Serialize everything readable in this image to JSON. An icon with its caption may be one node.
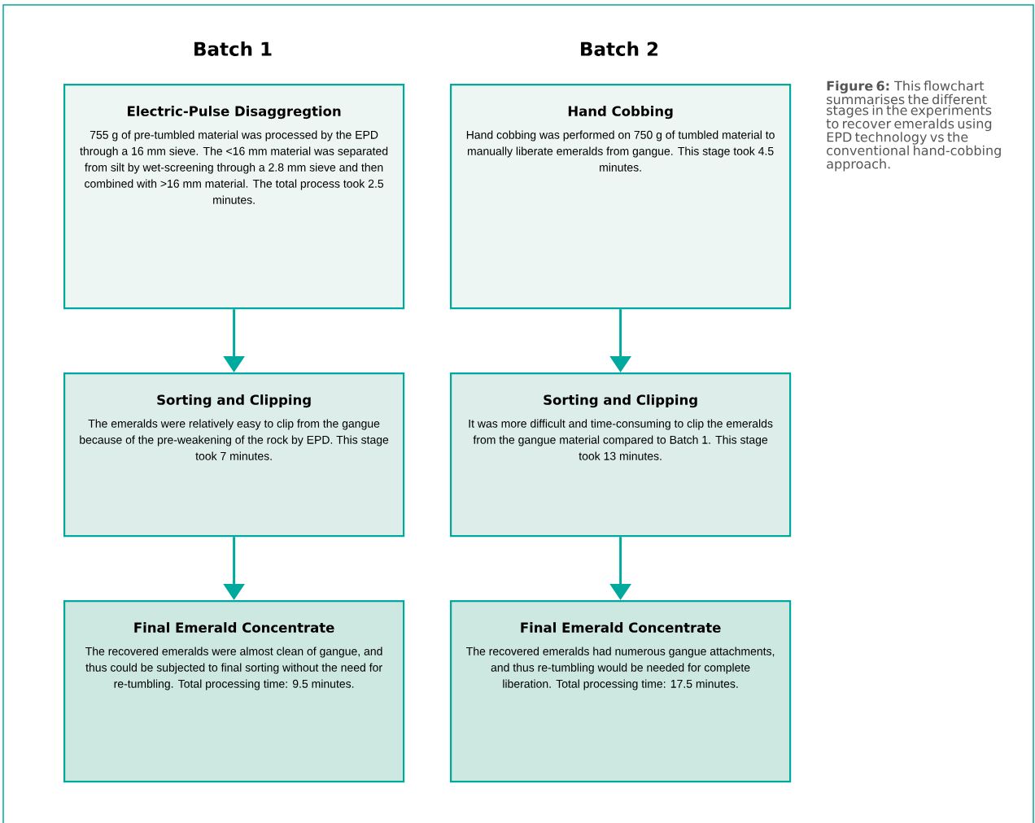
{
  "diagram": {
    "caption": "**Figure 6:** This flowchart summarises the different stages in the experiments to recover emeralds using EPD technology vs the conventional hand-cobbing approach.",
    "nodes": [
      {
        "text": [
          "Electric-Pulse Disaggregtion",
          "755 g of pre-tumbled material was processed by the EPD through a 16 mm sieve. The <16 mm material was separated from silt by wet-screening through a 2.8 mm sieve and then combined with >16 mm material. The total process took 2.5 minutes."
        ]
      },
      {
        "text": [
          "Hand Cobbing",
          "Hand cobbing was performed on 750 g of tumbled material to manually liberate emeralds from gangue. This stage took 4.5 minutes."
        ]
      },
      {
        "text": [
          "Sorting and Clipping",
          "The emeralds were relatively easy to clip from the gangue because of the pre-weakening of the rock by EPD. This stage took 7 minutes."
        ]
      },
      {
        "text": [
          "Sorting and Clipping",
          "It was more difficult and time-consuming to clip the emeralds from the gangue material compared to Batch 1. This stage took 13 minutes."
        ]
      },
      {
        "text": [
          "Final Emerald Concentrate",
          "The recovered emeralds were almost clean of gangue, and thus could be subjected to final sorting without the need for re-tumbling. Total processing time: 9.5 minutes."
        ]
      },
      {
        "text": [
          "Final Emerald Concentrate",
          "The recovered emeralds had numerous gangue attachments, and thus re-tumbling would be needed for complete liberation. Total processing time: 17.5 minutes."
        ]
      }
    ],
    "edges": [
      {
        "from": 0,
        "to": 2,
        "arrow": "to"
      },
      {
        "from": 1,
        "to": 3,
        "arrow": "to"
      },
      {
        "from": 2,
        "to": 4,
        "arrow": "to"
      },
      {
        "from": 3,
        "to": 5,
        "arrow": "to"
      }
    ],
    "labels": [
      "Batch 1",
      "Batch 2"
    ]
  }
}
